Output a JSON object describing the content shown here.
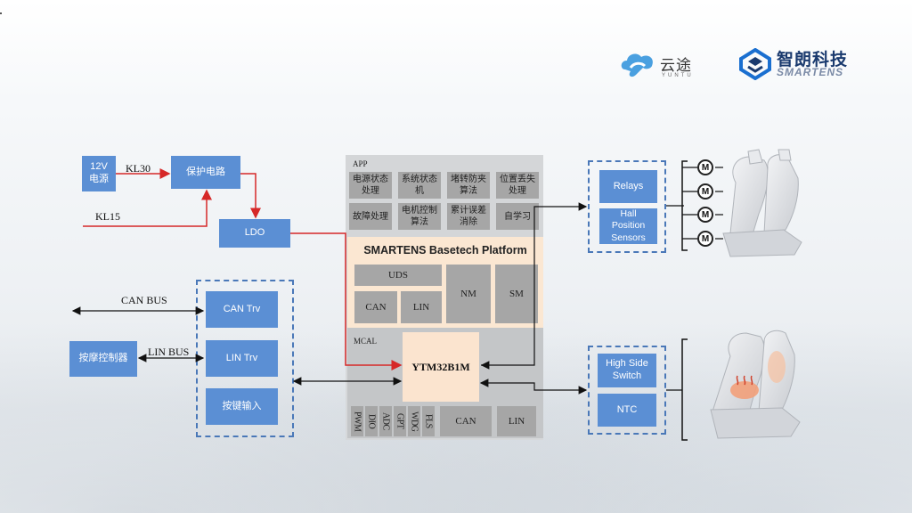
{
  "logos": {
    "yuntu_cn": "云途",
    "yuntu_en": "YUNTU",
    "smartens_cn": "智朗科技",
    "smartens_en": "SMARTENS"
  },
  "left": {
    "power": "12V\n电源",
    "protect": "保护电路",
    "ldo": "LDO",
    "kl30": "KL30",
    "kl15": "KL15",
    "can_bus": "CAN BUS",
    "lin_bus": "LIN BUS",
    "massage": "按摩控制器",
    "can_trv": "CAN Trv",
    "lin_trv": "LIN Trv",
    "key_input": "按键输入"
  },
  "soc": {
    "app_label": "APP",
    "app_blocks": [
      "电源状态处理",
      "系统状态机",
      "堵转防夹算法",
      "位置丢失处理",
      "故障处理",
      "电机控制算法",
      "累计误差消除",
      "自学习"
    ],
    "platform_title": "SMARTENS Basetech Platform",
    "uds": "UDS",
    "can": "CAN",
    "lin": "LIN",
    "nm": "NM",
    "sm": "SM",
    "mcal_label": "MCAL",
    "mcu": "YTM32B1M",
    "mcal_modules": [
      "PWM",
      "DIO",
      "ADC",
      "GPT",
      "WDG",
      "FLS"
    ],
    "mcal_can": "CAN",
    "mcal_lin": "LIN"
  },
  "right": {
    "relays": "Relays",
    "hall": "Hall\nPosition\nSensors",
    "motor_symbol": "M",
    "high_side": "High Side\nSwitch",
    "ntc": "NTC"
  },
  "colors": {
    "blue_box": "#5b8fd4",
    "dashed_border": "#4a78b8",
    "power_wire": "#d62828",
    "platform_bg": "#fbe7d2"
  }
}
